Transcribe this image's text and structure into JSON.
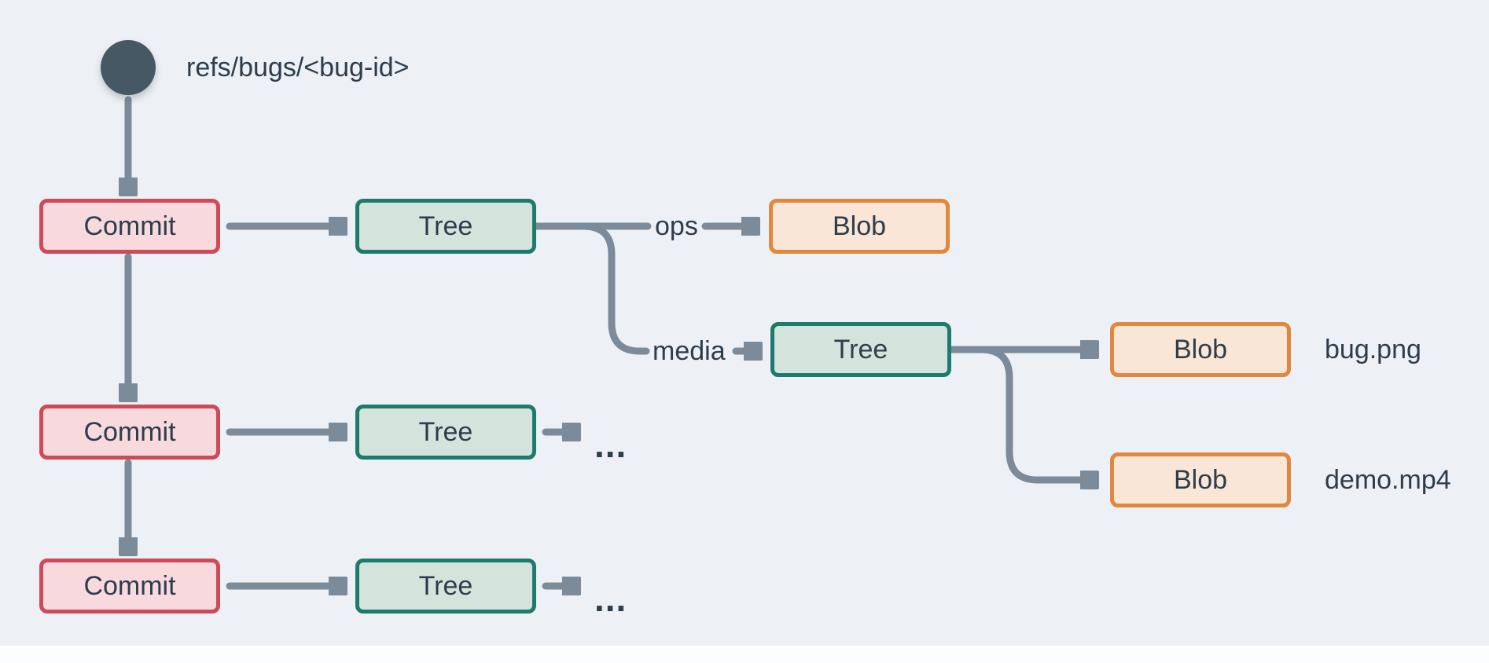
{
  "diagram": {
    "ref": {
      "label": "refs/bugs/<bug-id>"
    },
    "node_labels": {
      "commit": "Commit",
      "tree": "Tree",
      "blob": "Blob"
    },
    "edge_labels": {
      "ops": "ops",
      "media": "media"
    },
    "file_labels": {
      "bug_file": "bug.png",
      "demo_file": "demo.mp4"
    },
    "ellipsis": "...",
    "colors": {
      "background": "#edf1f5",
      "connector": "#7c8b99",
      "ref_circle": "#475865",
      "text": "#2e3d4b",
      "commit_fill": "#f7d9de",
      "commit_border": "#ce4a59",
      "tree_fill": "#d5e3dd",
      "tree_border": "#1e7a6a",
      "blob_fill": "#fae6d7",
      "blob_border": "#e1883e"
    }
  }
}
